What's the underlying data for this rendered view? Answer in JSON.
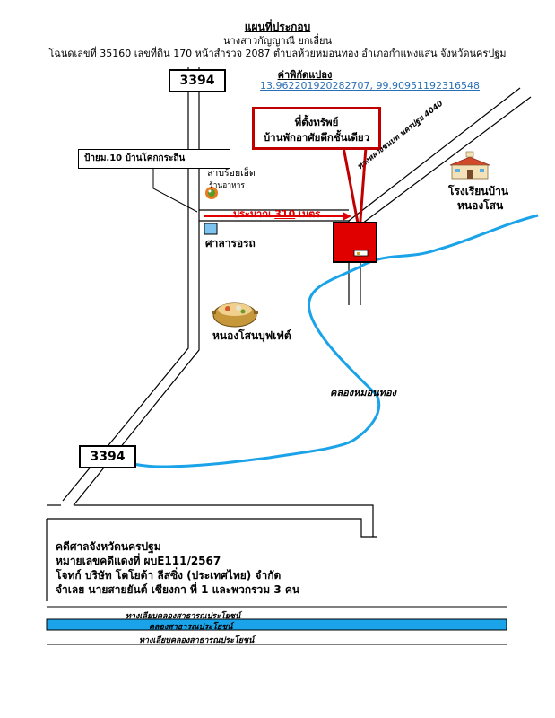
{
  "header": {
    "title": "แผนที่ประกอบ",
    "owner": "นางสาวกัญญาณี ยกเลี่ยน",
    "deed_line": "โฉนดเลขที่ 35160 เลขที่ดิน 170 หน้าสำรวจ 2087 ตำบลห้วยหมอนทอง อำเภอกำแพงแสน จังหวัดนครปฐม",
    "coord_label": "ค่าพิกัดแปลง",
    "coord_value": "13.962201920282707, 99.90951192316548"
  },
  "map": {
    "road_3394_top": "3394",
    "road_3394_bottom": "3394",
    "property_callout_title": "ที่ตั้งทรัพย์",
    "property_callout_subtitle": "บ้านพักอาศัยตึกชั้นเดียว",
    "bus_stop_sign": "ป้ายม.10 บ้านโคกกระถิน",
    "restaurant_name": "ลาบร้อยเอ็ด",
    "restaurant_type": "ร้านอาหาร",
    "distance_prefix": "ประมาณ ",
    "distance_value": "310",
    "distance_unit": " เมตร",
    "shelter_label": "ศาลารอรถ",
    "buffet_label": "หนองโสนบุฟเฟ่ต์",
    "highway_label": "ทางหลวงชนบท นครปฐม 4040",
    "school_line1": "โรงเรียนบ้าน",
    "school_line2": "หนองโสน",
    "canal_label": "คลองหมอนทอง",
    "colors": {
      "property_red": "#e00000",
      "callout_border": "#c00000",
      "canal_blue": "#1aa3e8",
      "shelter_blue": "#7cc3ef"
    }
  },
  "case_info": {
    "line1": "คดีศาลจังหวัดนครปฐม",
    "line2": "หมายเลขคดีแดงที่ ผบE111/2567",
    "line3": "โจทก์ บริษัท โตโยต้า ลีสซิ่ง (ประเทศไทย) จำกัด",
    "line4": "จำเลย นายสายยันต์  เชียงกา ที่ 1 และพวกรวม 3 คน"
  },
  "canal_bottom": {
    "upper_path": "ทางเลียบคลองสาธารณประโยชน์",
    "canal": "คลองสาธารณประโยชน์",
    "lower_path": "ทางเลียบคลองสาธารณประโยชน์"
  }
}
